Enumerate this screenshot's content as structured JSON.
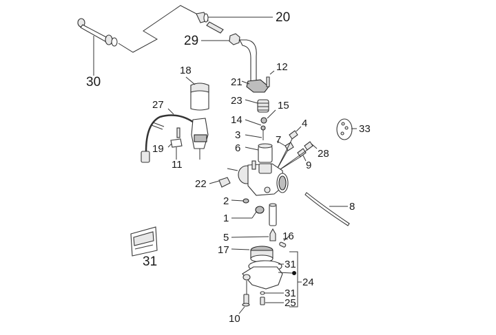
{
  "diagram": {
    "title": "Carburettor exploded view",
    "labels": {
      "p1": "1",
      "p2": "2",
      "p3": "3",
      "p4": "4",
      "p5": "5",
      "p6": "6",
      "p7": "7",
      "p8": "8",
      "p9": "9",
      "p10": "10",
      "p11": "11",
      "p12": "12",
      "p14": "14",
      "p15": "15",
      "p16": "16",
      "p17": "17",
      "p18": "18",
      "p19": "19",
      "p20": "20",
      "p21": "21",
      "p22": "22",
      "p23": "23",
      "p24": "24",
      "p25": "25",
      "p27": "27",
      "p28": "28",
      "p29": "29",
      "p30": "30",
      "p31a": "31",
      "p31b": "31",
      "p31c": "31",
      "p33": "33"
    }
  }
}
